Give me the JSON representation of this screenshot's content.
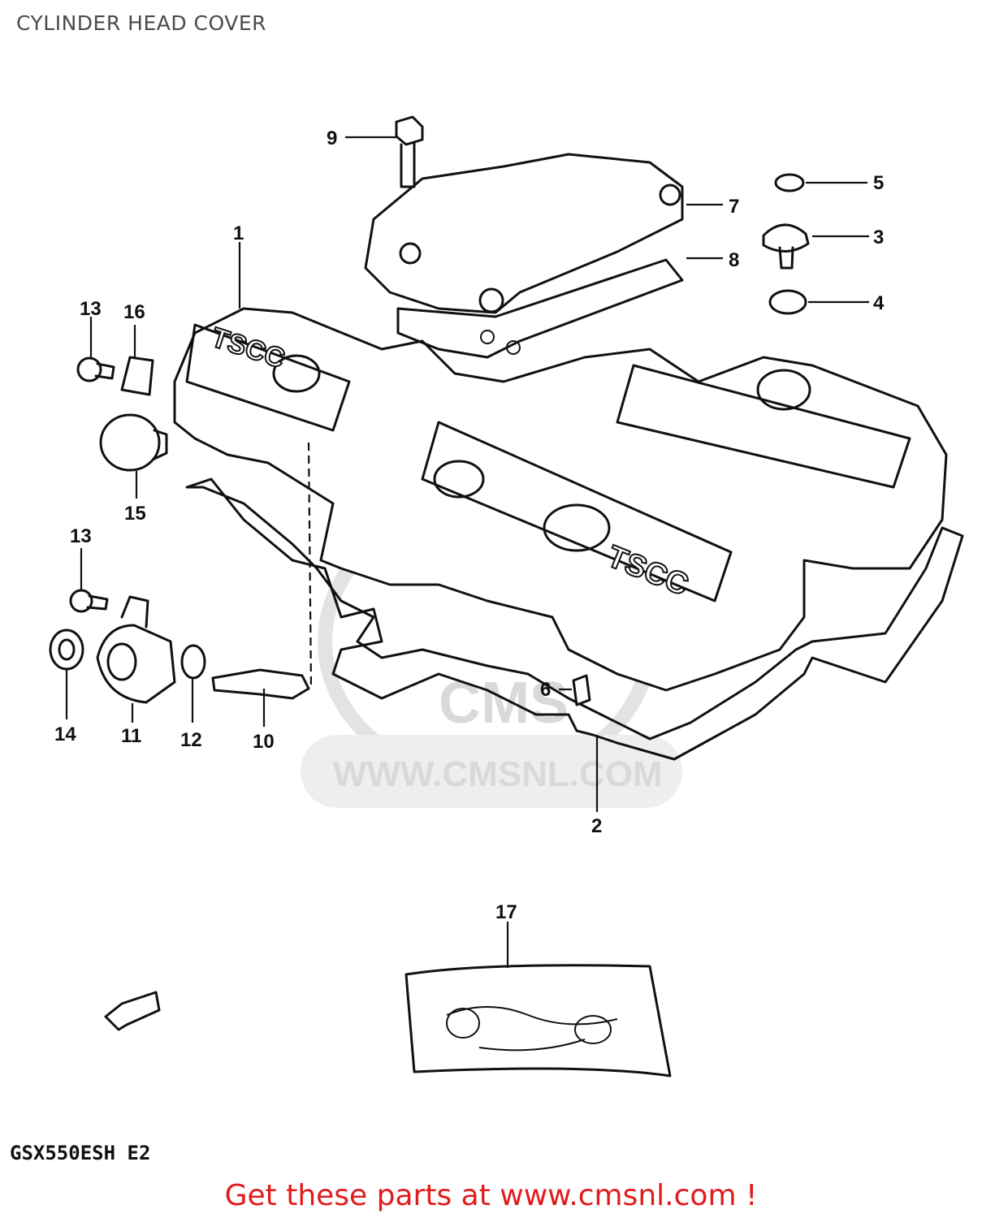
{
  "title": "CYLINDER HEAD COVER",
  "watermark": "WWW.CMSNL.COM",
  "watermark_logo": "CMS",
  "model_code": "GSX550ESH E2",
  "footer_link": "Get these parts at www.cmsnl.com !",
  "part_labels": {
    "p1": "1",
    "p2": "2",
    "p3": "3",
    "p4": "4",
    "p5": "5",
    "p6": "6",
    "p7": "7",
    "p8": "8",
    "p9": "9",
    "p10": "10",
    "p11": "11",
    "p12": "12",
    "p13a": "13",
    "p13b": "13",
    "p14": "14",
    "p15": "15",
    "p16": "16",
    "p17": "17"
  },
  "colors": {
    "ink": "#111111",
    "watermark": "#d9d9d9",
    "link": "#e11b1b",
    "title": "#4a4a4a"
  }
}
